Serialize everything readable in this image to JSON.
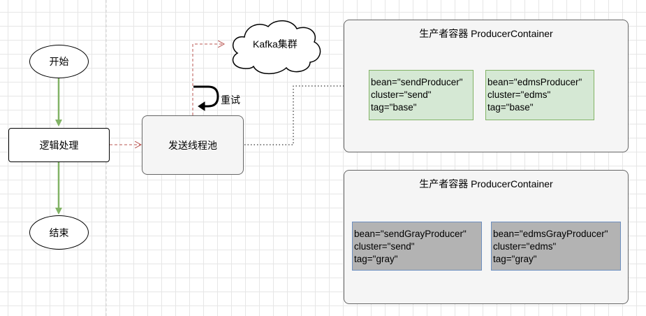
{
  "flow": {
    "start": "开始",
    "logic": "逻辑处理",
    "end": "结束",
    "send_pool": "发送线程池",
    "retry": "重试",
    "kafka": "Kafka集群"
  },
  "containers": [
    {
      "title": "生产者容器 ProducerContainer",
      "beans": [
        {
          "bean": "bean=\"sendProducer\"",
          "cluster": "cluster=\"send\"",
          "tag": "tag=\"base\""
        },
        {
          "bean": "bean=\"edmsProducer\"",
          "cluster": "cluster=\"edms\"",
          "tag": "tag=\"base\""
        }
      ]
    },
    {
      "title": "生产者容器 ProducerContainer",
      "beans": [
        {
          "bean": "bean=\"sendGrayProducer\"",
          "cluster": "cluster=\"send\"",
          "tag": "tag=\"gray\""
        },
        {
          "bean": "bean=\"edmsGrayProducer\"",
          "cluster": "cluster=\"edms\"",
          "tag": "tag=\"gray\""
        }
      ]
    }
  ],
  "colors": {
    "flow_arrow": "#82b366",
    "dashed_arrow": "#b85450",
    "base_bean_fill": "#d5e8d4",
    "gray_bean_fill": "#b3b3b3"
  }
}
